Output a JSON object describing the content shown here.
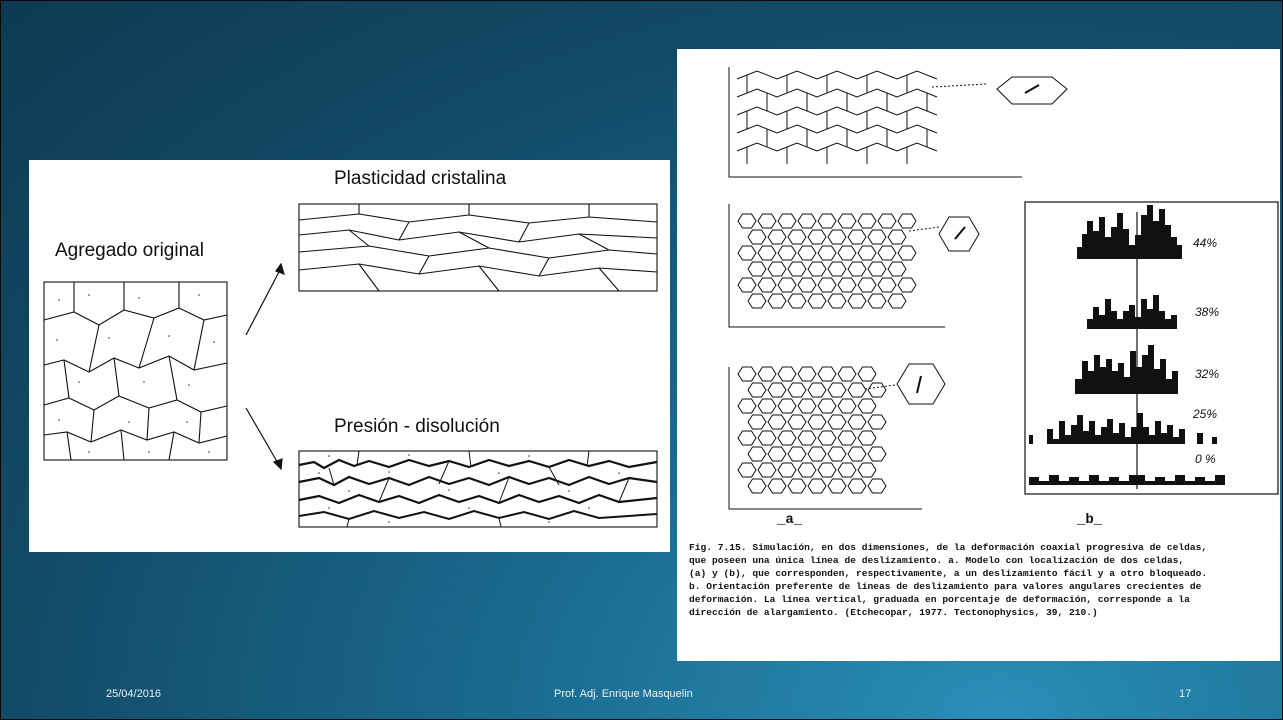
{
  "left_figure": {
    "label_original": "Agregado original",
    "label_plasticity": "Plasticidad cristalina",
    "label_pressure": "Presión - disolución"
  },
  "right_figure": {
    "sublabel_a": "_a_",
    "sublabel_b": "_b_",
    "histogram_labels": [
      "44%",
      "38%",
      "32%",
      "25%",
      "0 %"
    ],
    "caption_lines": [
      "Fig. 7.15.   Simulación, en dos dimensiones, de la deformación coaxial progresiva de celdas,",
      "que poseen una única línea de deslizamiento.   a. Modelo con localización de dos celdas,",
      "(a) y (b), que corresponden, respectivamente, a un deslizamiento fácil y a otro bloqueado.",
      "b. Orientación preferente de líneas de deslizamiento para valores angulares crecientes de",
      "deformación. La línea vertical, graduada en porcentaje de deformación, corresponde a la",
      "dirección de alargamiento. (Etchecopar, 1977. Tectonophysics, 39, 210.)"
    ]
  },
  "footer": {
    "date": "25/04/2016",
    "author": "Prof. Adj. Enrique Masquelin",
    "page": "17"
  },
  "colors": {
    "background": "#124a66",
    "panel": "#ffffff"
  }
}
